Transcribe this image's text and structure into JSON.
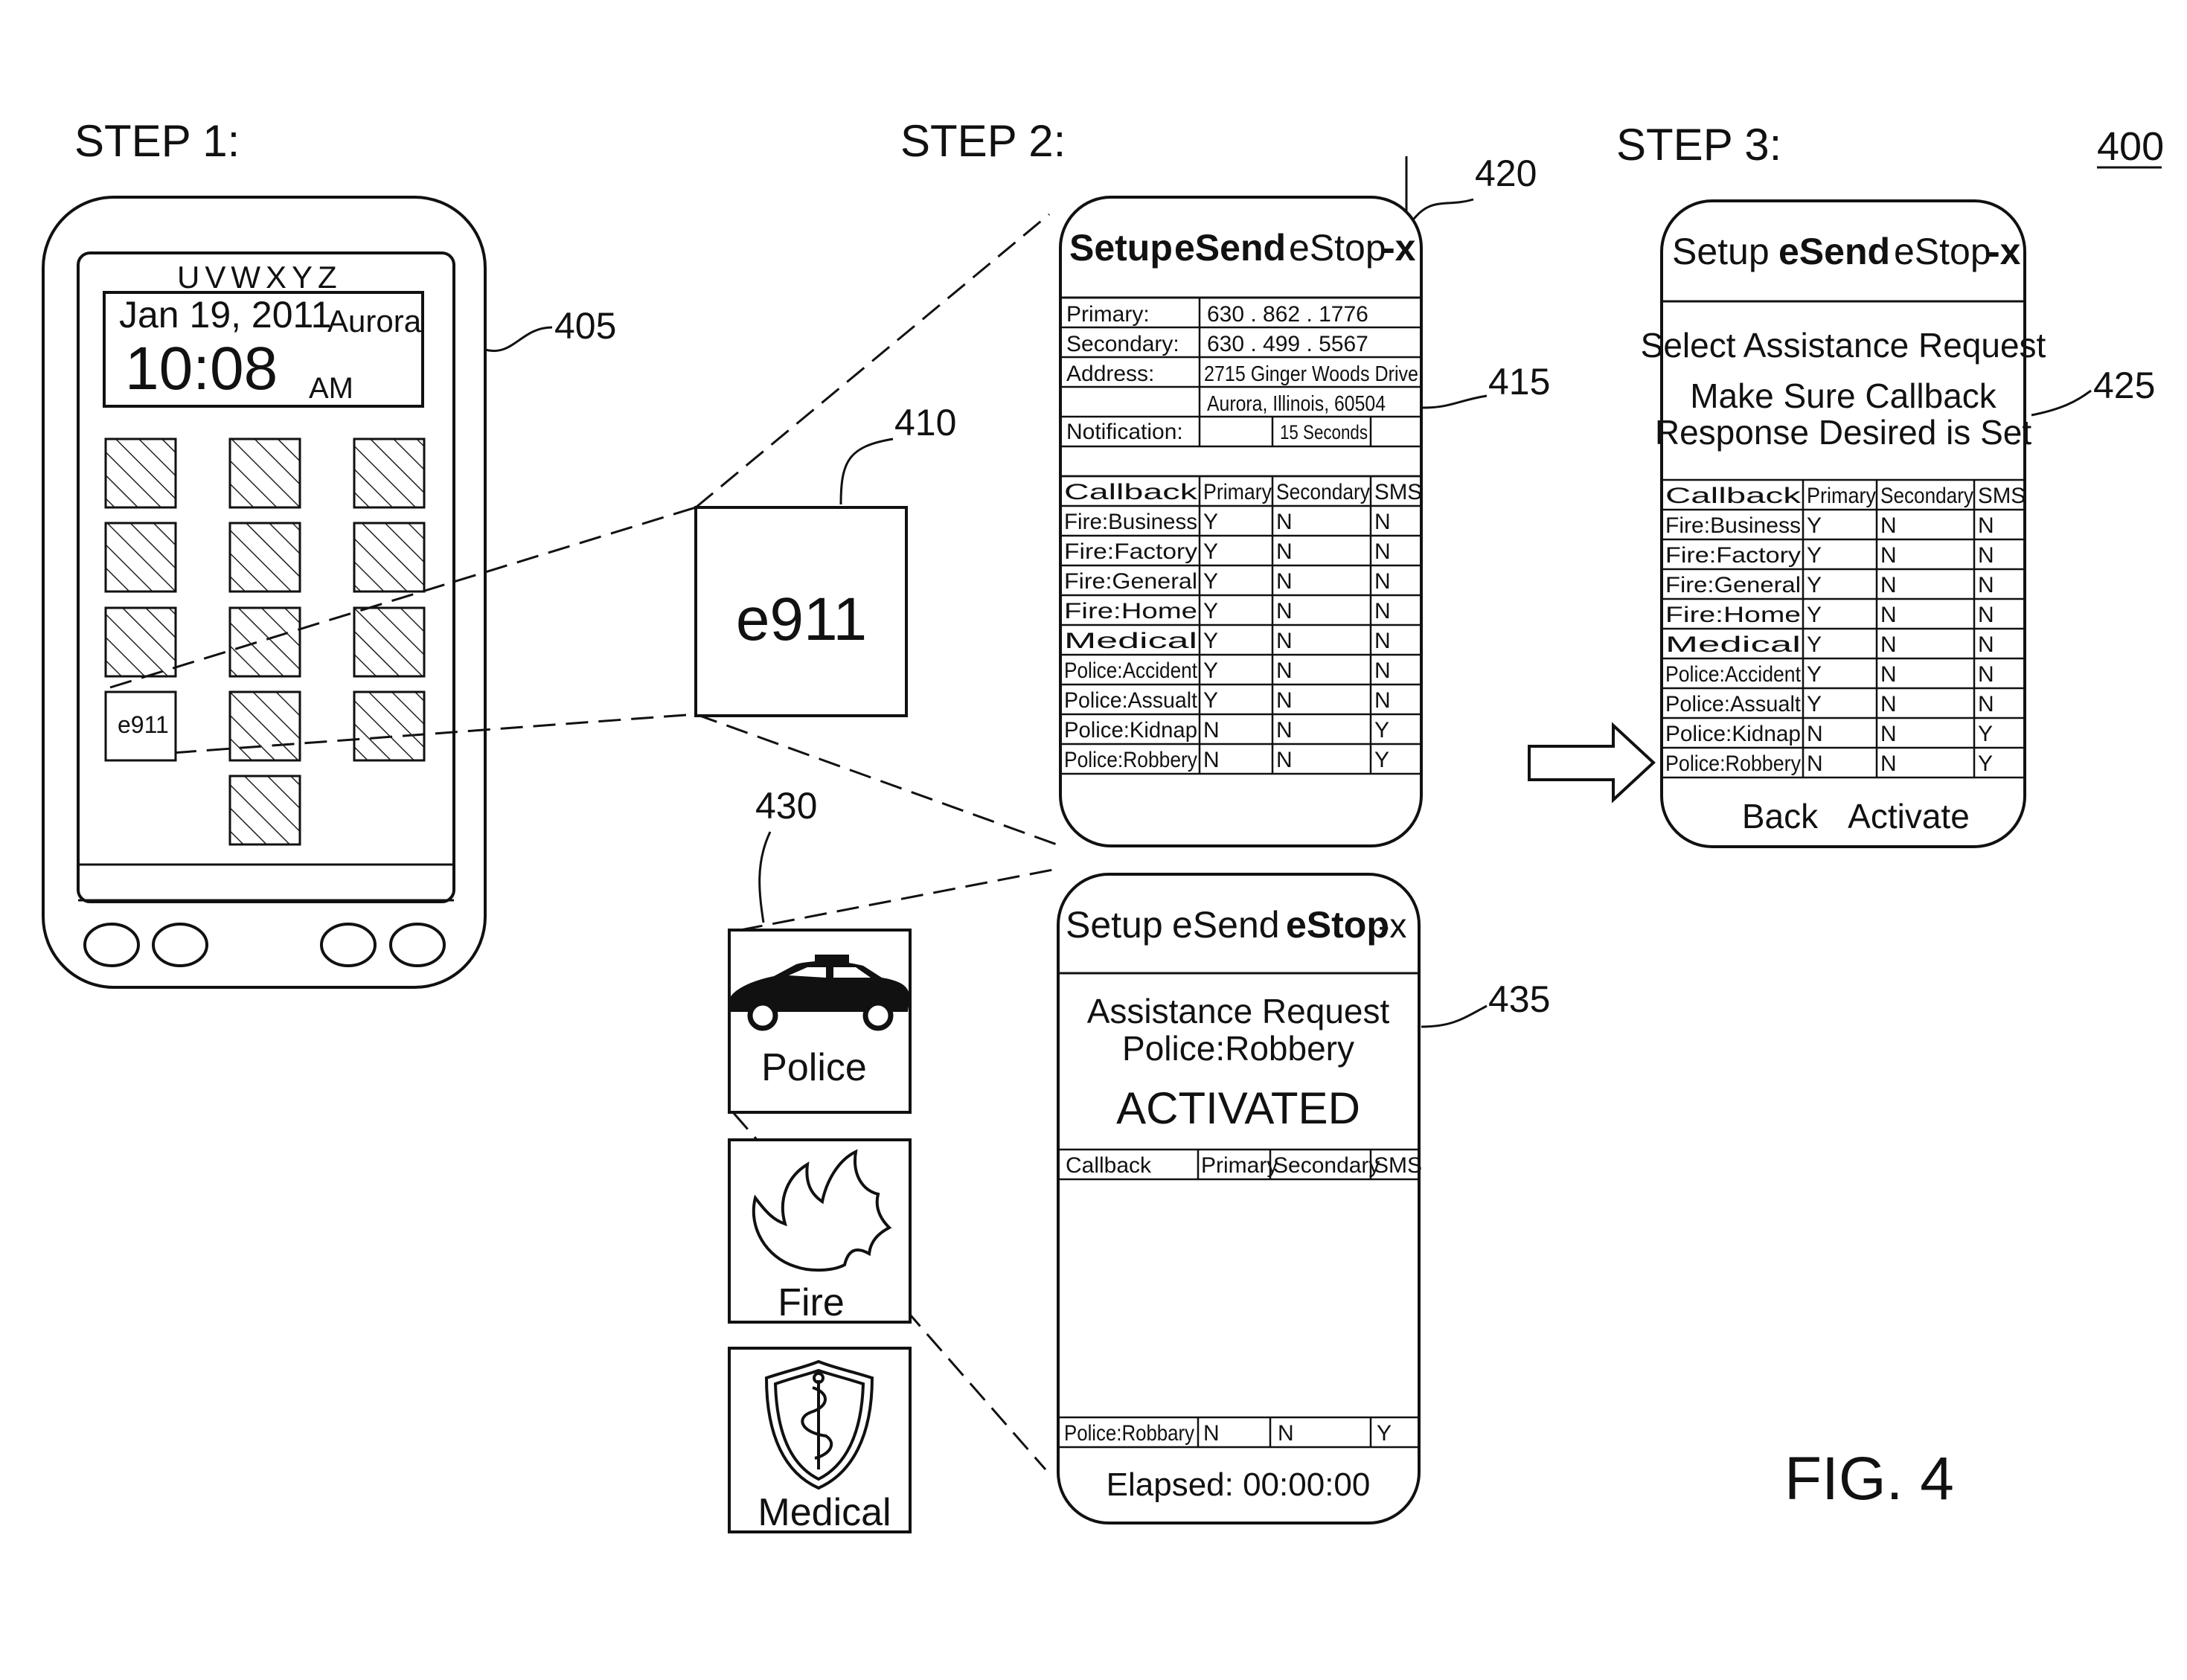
{
  "figure": {
    "fig_label": "FIG. 4",
    "ref_main": "400",
    "step1": "STEP 1:",
    "step2": "STEP 2:",
    "step3": "STEP 3:",
    "refs": {
      "r405": "405",
      "r410": "410",
      "r415": "415",
      "r420": "420",
      "r425": "425",
      "r430": "430",
      "r435": "435"
    }
  },
  "phone": {
    "top_letters": "UVWXYZ",
    "date": "Jan 19, 2011",
    "city": "Aurora",
    "time": "10:08",
    "ampm": "AM",
    "app_label": "e911"
  },
  "app_icon": {
    "label": "e911"
  },
  "menu": {
    "setup": "Setup",
    "esend": "eSend",
    "estop": "eStop",
    "close": "-x"
  },
  "setup_screen": {
    "primary_label": "Primary:",
    "primary_value": "630 . 862 . 1776",
    "secondary_label": "Secondary:",
    "secondary_value": "630 . 499 . 5567",
    "address_label": "Address:",
    "address_line1": "2715 Ginger Woods Drive",
    "address_line2": "Aurora, Illinois, 60504",
    "notification_label": "Notification:",
    "notification_value": "15 Seconds"
  },
  "callback_table": {
    "headers": [
      "Callback",
      "Primary",
      "Secondary",
      "SMS"
    ],
    "rows": [
      [
        "Fire:Business",
        "Y",
        "N",
        "N"
      ],
      [
        "Fire:Factory",
        "Y",
        "N",
        "N"
      ],
      [
        "Fire:General",
        "Y",
        "N",
        "N"
      ],
      [
        "Fire:Home",
        "Y",
        "N",
        "N"
      ],
      [
        "Medical",
        "Y",
        "N",
        "N"
      ],
      [
        "Police:Accident",
        "Y",
        "N",
        "N"
      ],
      [
        "Police:Assualt",
        "Y",
        "N",
        "N"
      ],
      [
        "Police:Kidnap",
        "N",
        "N",
        "Y"
      ],
      [
        "Police:Robbery",
        "N",
        "N",
        "Y"
      ]
    ]
  },
  "step3_screen": {
    "line1": "Select Assistance Request",
    "line2": "Make Sure Callback",
    "line3": "Response Desired is Set",
    "back": "Back",
    "activate": "Activate"
  },
  "categories": {
    "police": "Police",
    "fire": "Fire",
    "medical": "Medical"
  },
  "active_screen": {
    "line1": "Assistance Request",
    "line2": "Police:Robbery",
    "status": "ACTIVATED",
    "row": [
      "Police:Robbary",
      "N",
      "N",
      "Y"
    ],
    "elapsed": "Elapsed: 00:00:00"
  }
}
